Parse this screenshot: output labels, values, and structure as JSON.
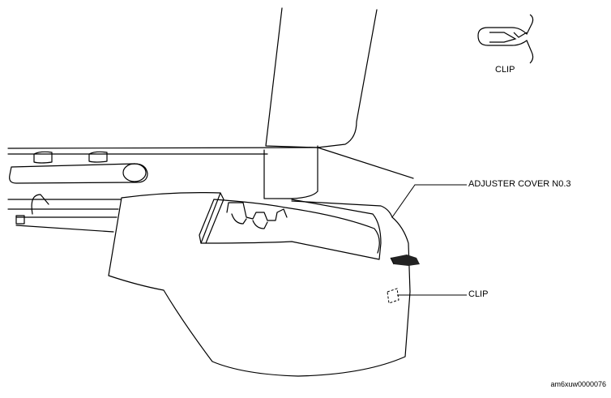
{
  "labels": {
    "clip_top": "CLIP",
    "adjuster_cover": "ADJUSTER COVER N0.3",
    "clip_side": "CLIP"
  },
  "figure_code": "am6xuw0000076",
  "colors": {
    "ink": "#000000",
    "paper": "#ffffff",
    "shade": "#444444"
  },
  "icons": {
    "clip_detail": "clip-icon",
    "push_direction": "arrow-icon"
  }
}
